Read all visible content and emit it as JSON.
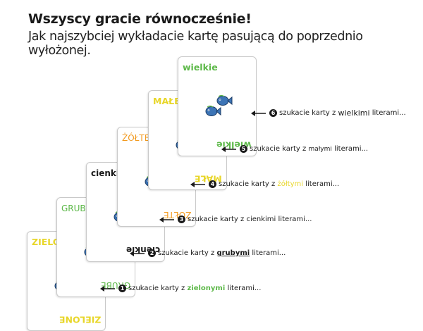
{
  "header": {
    "title": "Wszyscy gracie równocześnie!",
    "subtitle": "Jak najszybciej wykładacie kartę pasującą do poprzednio wyłożonej."
  },
  "colors": {
    "green": "#5cb848",
    "yellow": "#e8d629",
    "orange": "#f29a1f",
    "black": "#1a1a1a",
    "fish": "#3c74b6"
  },
  "cards": [
    {
      "word": "ZIELONE"
    },
    {
      "word": "GRUBE"
    },
    {
      "word": "cienkie"
    },
    {
      "word": "ŻÓŁTE"
    },
    {
      "word": "MAŁE"
    },
    {
      "word": "wielkie"
    }
  ],
  "steps": [
    {
      "number": "1",
      "prefix": "szukacie karty z",
      "keyword": "zielonymi",
      "suffix": "literami..."
    },
    {
      "number": "2",
      "prefix": "szukacie karty z",
      "keyword": "grubymi",
      "suffix": "literami..."
    },
    {
      "number": "3",
      "prefix": "szukacie karty z",
      "keyword": "cienkimi",
      "suffix": "literami..."
    },
    {
      "number": "4",
      "prefix": "szukacie karty z",
      "keyword": "żółtymi",
      "suffix": "literami..."
    },
    {
      "number": "5",
      "prefix": "szukacie karty z",
      "keyword": "małymi",
      "suffix": "literami..."
    },
    {
      "number": "6",
      "prefix": "szukacie karty z",
      "keyword": "wielkimi",
      "suffix": "literami..."
    }
  ]
}
